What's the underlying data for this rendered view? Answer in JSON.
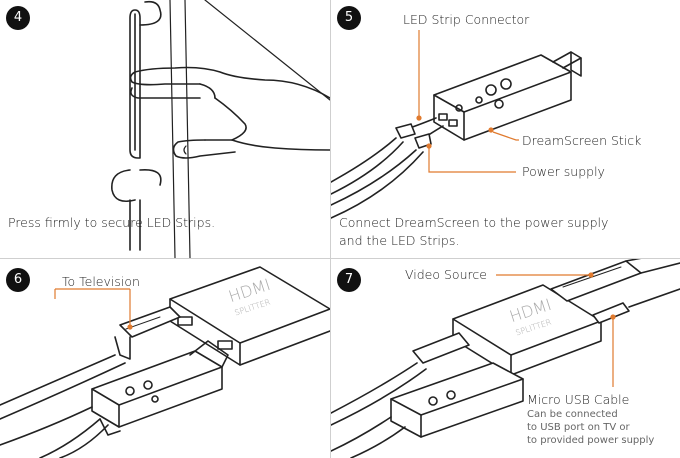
{
  "steps": [
    {
      "number": "4",
      "caption": "Press firmly to secure LED Strips."
    },
    {
      "number": "5",
      "caption_line1": "Connect DreamScreen to the power supply",
      "caption_line2": "and the LED Strips.",
      "labels": {
        "led_connector": "LED Strip Connector",
        "stick": "DreamScreen Stick",
        "power": "Power supply"
      }
    },
    {
      "number": "6",
      "labels": {
        "tv": "To Television"
      },
      "device": {
        "brand": "HDMI",
        "sub": "SPLITTER"
      }
    },
    {
      "number": "7",
      "labels": {
        "video": "Video Source",
        "usb": "Micro USB Cable",
        "usb_note": [
          "Can be connected",
          "to USB port on TV or",
          "to provided power supply"
        ]
      },
      "device": {
        "brand": "HDMI",
        "sub": "SPLITTER"
      }
    }
  ],
  "colors": {
    "badge": "#111111",
    "leader": "#e07a2e",
    "line": "#222222"
  }
}
